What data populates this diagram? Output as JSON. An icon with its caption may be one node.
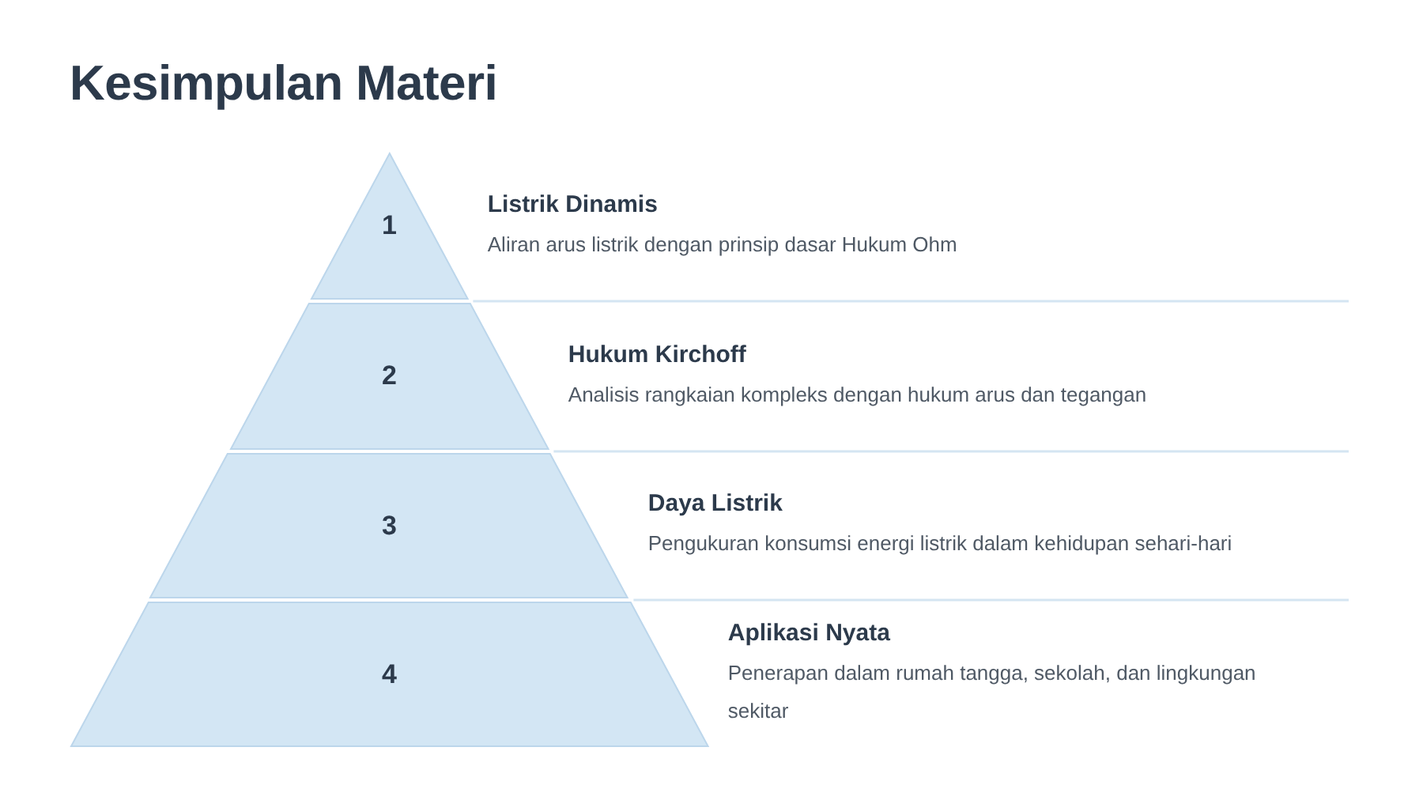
{
  "diagram": {
    "title": "Kesimpulan Materi",
    "nodes": [
      {
        "text": [
          "1"
        ],
        "beside": [
          "Listrik Dinamis",
          "Aliran arus listrik dengan prinsip dasar Hukum Ohm"
        ]
      },
      {
        "text": [
          "2"
        ],
        "beside": [
          "Hukum Kirchoff",
          "Analisis rangkaian kompleks dengan hukum arus dan tegangan"
        ]
      },
      {
        "text": [
          "3"
        ],
        "beside": [
          "Daya Listrik",
          "Pengukuran konsumsi energi listrik dalam kehidupan sehari-hari"
        ]
      },
      {
        "text": [
          "4"
        ],
        "beside": [
          "Aplikasi Nyata",
          "Penerapan dalam rumah tangga, sekolah, dan lingkungan sekitar"
        ]
      }
    ]
  }
}
